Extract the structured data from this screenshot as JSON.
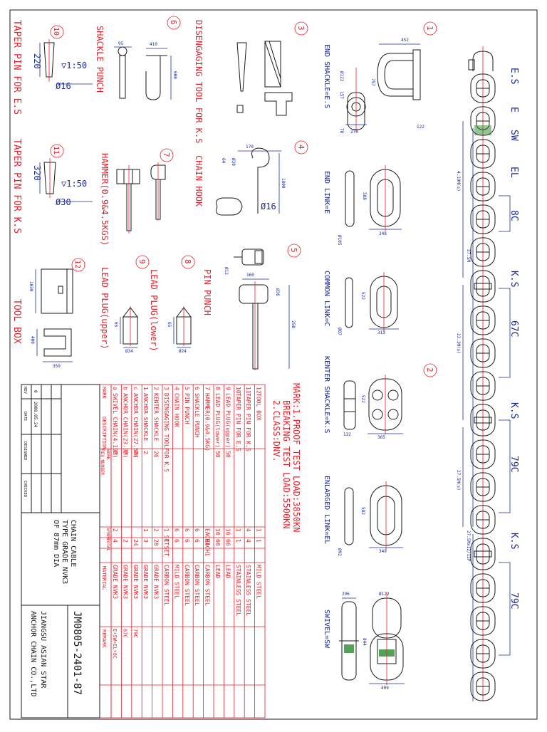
{
  "labels": {
    "c1": "1",
    "c2": "2",
    "c3": "3",
    "c4": "4",
    "c5": "5",
    "c6": "6",
    "c7": "7",
    "c8": "8",
    "c9": "9",
    "c10": "10",
    "c11": "11",
    "c12": "12"
  },
  "chain": {
    "seg": [
      "E.S",
      "E",
      "SW",
      "EL",
      "8C",
      "K.S",
      "67C",
      "K.S",
      "79C",
      "K.S",
      "79C"
    ],
    "lengths": [
      "4.19M(s)",
      "27.5M",
      "23.3M(s)",
      "27.5M(s)",
      "27.5Mx12/12P"
    ]
  },
  "parts": {
    "end_shackle": {
      "name": "END SHACKLE=E.S",
      "d": [
        "452",
        "757",
        "Ø122",
        "157",
        "78",
        "270",
        "122"
      ]
    },
    "end_link": {
      "name": "END LINK=E",
      "d": [
        "588",
        "Ø105",
        "348"
      ]
    },
    "common_link": {
      "name": "COMMON LINK=C",
      "d": [
        "522",
        "Ø87",
        "313"
      ]
    },
    "kenter": {
      "name": "KENTER SHACKLE=K.S",
      "d": [
        "522",
        "132",
        "365"
      ]
    },
    "enlarged": {
      "name": "ENLARGED LINK=EL",
      "d": [
        "582",
        "Ø92",
        "349"
      ]
    },
    "swivel": {
      "name": "SWIVEL=SW",
      "d": [
        "296",
        "Ø122",
        "844",
        "409"
      ]
    },
    "disengaging": {
      "name": "DISENGAGING TOOL FOR K.S"
    },
    "chain_hook": {
      "name": "CHAIN HOOK",
      "d": [
        "170",
        "1800",
        "Ø16",
        "64",
        "Ø30"
      ]
    },
    "pin_punch": {
      "name": "PIN PUNCH",
      "d": [
        "Ø12",
        "160",
        "Ø36",
        "250"
      ]
    },
    "shackle_punch": {
      "name": "SHACKLE PUNCH",
      "d": [
        "95",
        "410",
        "600"
      ]
    },
    "hammer": {
      "name": "HAMMER(0.9&4.5KGS)"
    },
    "lead_lower": {
      "name": "LEAD PLUG(lower)",
      "d": [
        "65",
        "Ø24"
      ]
    },
    "lead_upper": {
      "name": "LEAD PLUG(upper)",
      "d": [
        "65",
        "Ø34"
      ]
    },
    "taper_es": {
      "name": "TAPER PIN FOR E.S",
      "d": [
        "220",
        "▽1:50",
        "Ø16"
      ]
    },
    "taper_ks": {
      "name": "TAPER PIN FOR K.S",
      "d": [
        "320",
        "▽1:50",
        "Ø30"
      ]
    },
    "tool_box": {
      "name": "TOOL BOX",
      "d": [
        "1030",
        "400",
        "350"
      ]
    }
  },
  "marks": {
    "l1": "MARK:1.PROOF TEST LOAD:3850KN",
    "l2": "BREAKING TEST LOAD:5500KN",
    "l3": "2.CLASS:DNV."
  },
  "bom": {
    "headers": {
      "mark": "MARK",
      "desc": "DESCRIPTION",
      "work": "WORK",
      "spare": "SPARE",
      "total": "TOTAL",
      "req": "REQ NUMBER",
      "material": "MATERIAL",
      "remark": "REMARK"
    },
    "rows": [
      {
        "mark": "12",
        "desc": "TOOL BOX",
        "work": "",
        "spare": "1",
        "total": "1",
        "material": "MILD STEEL",
        "remark": ""
      },
      {
        "mark": "11",
        "desc": "TAPER PIN FOR K.S",
        "work": "",
        "spare": "4",
        "total": "4",
        "material": "STAINLESS STEEL",
        "remark": ""
      },
      {
        "mark": "10",
        "desc": "TAPER PIN FOR E.S",
        "work": "",
        "spare": "1",
        "total": "1",
        "material": "STAINLESS STEEL",
        "remark": ""
      },
      {
        "mark": "9",
        "desc": "LEAD PLUG(upper)",
        "work": "50",
        "spare": "16",
        "total": "66",
        "material": "LEAD",
        "remark": ""
      },
      {
        "mark": "8",
        "desc": "LEAD PLUG(lower)",
        "work": "50",
        "spare": "16",
        "total": "66",
        "material": "LEAD",
        "remark": ""
      },
      {
        "mark": "7",
        "desc": "HAMMER(0.9&4.5KG)",
        "work": "",
        "spare": "EACH1",
        "total": "EACH1",
        "material": "CARBON STEEL",
        "remark": ""
      },
      {
        "mark": "6",
        "desc": "SHACKLE PUNCH",
        "work": "",
        "spare": "6",
        "total": "6",
        "material": "CARBON STEEL",
        "remark": ""
      },
      {
        "mark": "5",
        "desc": "PIN PUNCH",
        "work": "",
        "spare": "6",
        "total": "6",
        "material": "CARBON STEEL",
        "remark": ""
      },
      {
        "mark": "4",
        "desc": "CHAIN HOOK",
        "work": "",
        "spare": "6",
        "total": "6",
        "material": "MILD STEEL",
        "remark": ""
      },
      {
        "mark": "3",
        "desc": "DISENGAGING TOOLFOR K.S",
        "work": "",
        "spare": "1 SET",
        "total": "1 SET",
        "material": "CARBON STEEL",
        "remark": ""
      },
      {
        "mark": "2",
        "desc": "KENTER SHACKLE",
        "work": "26",
        "spare": "2",
        "total": "28",
        "material": "GRADE NVK3",
        "remark": ""
      },
      {
        "mark": "1",
        "desc": "ANCHOR SHACKLE",
        "work": "2",
        "spare": "1",
        "total": "3",
        "material": "GRADE NVK3",
        "remark": ""
      },
      {
        "mark": "c",
        "desc": "ANCHOR CHAIN(27.5M)",
        "work": "24",
        "spare": "",
        "total": "24",
        "material": "GRADE NVK3",
        "remark": "79C"
      },
      {
        "mark": "b",
        "desc": "ANCHOR CHAIN(23.3M)",
        "work": "2",
        "spare": "",
        "total": "2",
        "material": "GRADE NVK3",
        "remark": "67C"
      },
      {
        "mark": "a",
        "desc": "SWIVEL CHAIN(4.19M)",
        "work": "2",
        "spare": "2",
        "total": "4",
        "material": "GRADE NVK3",
        "remark": "E+SW+EL+8C"
      }
    ]
  },
  "title": {
    "rev_h": "REV",
    "date_h": "DATE",
    "designed_h": "DESIGNED",
    "checked_h": "CHECKED",
    "rev": "0",
    "date": "2008.05.24",
    "product_l1": "CHAIN CABLE",
    "product_l2": "TYPE GRADE NVK3",
    "product_l3": "OF 87mm DIA",
    "drawing_no": "JM0805-2401-87",
    "company_l1": "JIANGSU ASIAN STAR",
    "company_l2": "ANCHOR CHAIN CO.,LTD"
  }
}
